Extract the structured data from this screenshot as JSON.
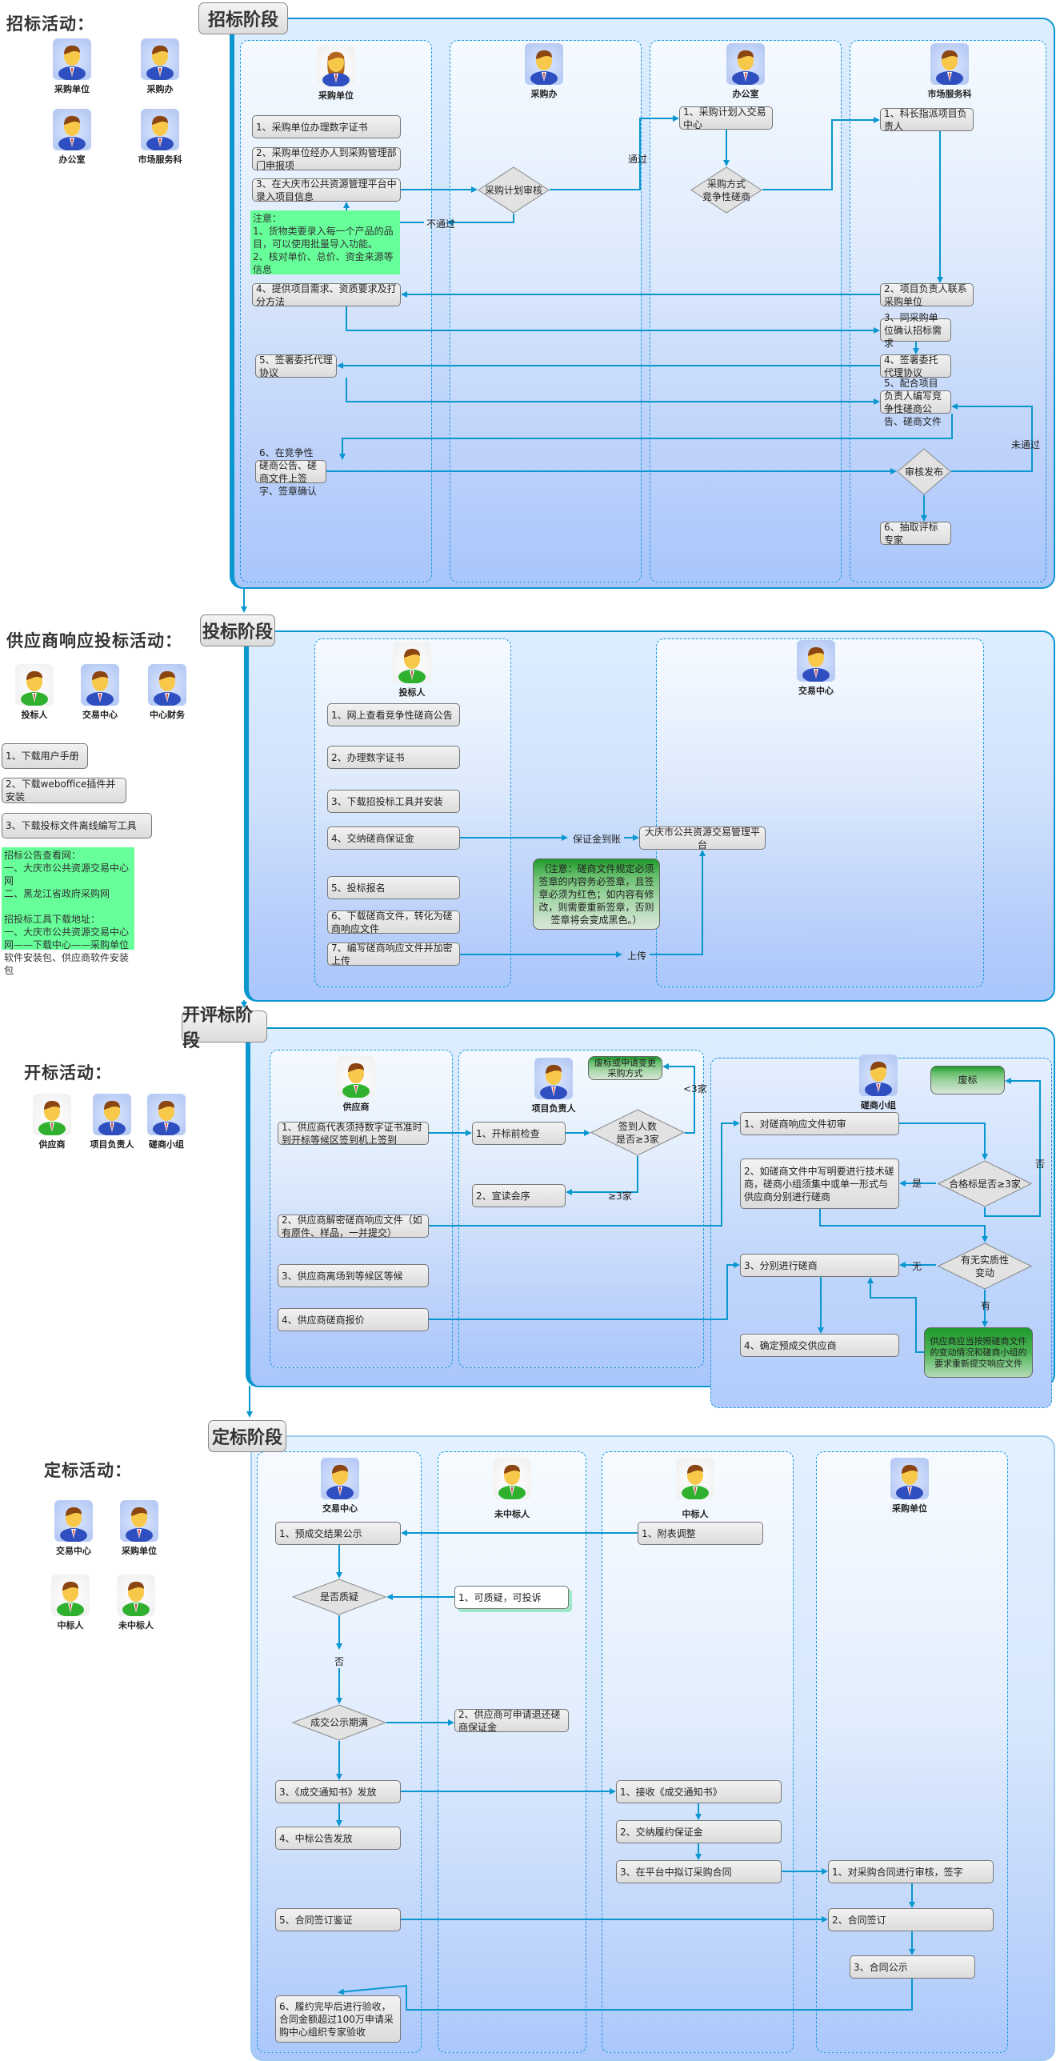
{
  "colors": {
    "connector": "#0a97cf",
    "note_green": "#66ff99",
    "box_bg": "#e6e6e6",
    "lane_border": "#1a98e0"
  },
  "stages": [
    {
      "tab": "招标阶段",
      "section_title": "招标活动："
    },
    {
      "tab": "投标阶段",
      "section_title": "供应商响应投标活动："
    },
    {
      "tab": "开评标阶段",
      "section_title": "开标活动："
    },
    {
      "tab": "定标阶段",
      "section_title": "定标活动："
    }
  ],
  "s1": {
    "legend": [
      {
        "label": "采购单位",
        "type": "blue"
      },
      {
        "label": "采购办",
        "type": "blue"
      },
      {
        "label": "办公室",
        "type": "blue"
      },
      {
        "label": "市场服务科",
        "type": "blue"
      }
    ],
    "lanes": [
      {
        "actor": "采购单位",
        "type": "female"
      },
      {
        "actor": "采购办",
        "type": "blue"
      },
      {
        "actor": "办公室",
        "type": "blue"
      },
      {
        "actor": "市场服务科",
        "type": "blue"
      }
    ],
    "unit_steps": [
      "1、采购单位办理数字证书",
      "2、采购单位经办人到采购管理部门申报项",
      "3、在大庆市公共资源管理平台中录入项目信息",
      "4、提供项目需求、资质要求及打分方法",
      "5、签署委托代理协议",
      "6、在竞争性磋商公告、磋商文件上签字、签章确认"
    ],
    "unit_note": "注意：\n1、货物类要录入每一个产品的品目，可以使用批量导入功能。\n2、核对单价、总价、资金来源等信息",
    "office_decision": "采购计划审核",
    "pass_label": "通过",
    "fail_label": "不通过",
    "admin_step": "1、采购计划入交易中心",
    "admin_decision": "采购方式\n竞争性磋商",
    "market_steps": [
      "1、科长指派项目负责人",
      "2、项目负责人联系采购单位",
      "3、同采购单位确认招标需求",
      "4、签署委托代理协议",
      "5、配合项目负责人编写竞争性磋商公告、磋商文件",
      "6、抽取评标专家"
    ],
    "market_decision": "审核发布",
    "not_pass_label": "未通过"
  },
  "s2": {
    "legend": [
      {
        "label": "投标人",
        "type": "green"
      },
      {
        "label": "交易中心",
        "type": "blue"
      },
      {
        "label": "中心财务",
        "type": "blue"
      }
    ],
    "side_steps": [
      "1、下载用户手册",
      "2、下载weboffice插件并安装",
      "3、下载投标文件离线编写工具"
    ],
    "side_note": "招标公告查看网：\n一、大庆市公共资源交易中心网\n二、黑龙江省政府采购网\n\n招投标工具下载地址：\n一、大庆市公共资源交易中心网——下载中心——采购单位软件安装包、供应商软件安装包",
    "lanes": [
      {
        "actor": "投标人",
        "type": "green"
      },
      {
        "actor": "交易中心",
        "type": "blue"
      }
    ],
    "bidder_steps": [
      "1、网上查看竞争性磋商公告",
      "2、办理数字证书",
      "3、下载招投标工具并安装",
      "4、交纳磋商保证金",
      "5、投标报名",
      "6、下载磋商文件，转化为磋商响应文件",
      "7、编写磋商响应文件并加密上传"
    ],
    "platform": "大庆市公共资源交易管理平台",
    "deposit_label": "保证金到账",
    "upload_label": "上传",
    "seal_note": "（注意：磋商文件规定必须签章的内容务必签章，且签章必须为红色；如内容有修改，则需要重新签章，否则签章将会变成黑色。）"
  },
  "s3": {
    "legend": [
      {
        "label": "供应商",
        "type": "green"
      },
      {
        "label": "项目负责人",
        "type": "blue"
      },
      {
        "label": "磋商小组",
        "type": "blue"
      }
    ],
    "lanes": [
      {
        "actor": "供应商",
        "type": "green"
      },
      {
        "actor": "项目负责人",
        "type": "blue"
      },
      {
        "actor": "磋商小组",
        "type": "blue"
      }
    ],
    "supplier_steps": [
      "1、供应商代表须持数字证书准时到开标等候区签到机上签到",
      "2、供应商解密磋商响应文件（如有原件、样品，一并提交）",
      "3、供应商离场到等候区等候",
      "4、供应商磋商报价"
    ],
    "pm_steps": [
      "1、开标前检查",
      "2、宣读会序"
    ],
    "pm_decision": "签到人数\n是否≥3家",
    "pm_fail_note": "废标或申请变更采购方式",
    "lt3_label": "<3家",
    "ge3_label": "≥3家",
    "panel_steps": [
      "1、对磋商响应文件初审",
      "2、如磋商文件中写明要进行技术磋商，磋商小组须集中或单一形式与供应商分别进行磋商",
      "3、分别进行磋商",
      "4、确定预成交供应商"
    ],
    "qualify_decision": "合格标是否≥3家",
    "change_decision": "有无实质性\n变动",
    "void_label": "废标",
    "yes_label": "是",
    "no_label": "否",
    "none_label": "无",
    "has_label": "有",
    "resubmit_note": "供应商应当按照磋商文件的变动情况和磋商小组的要求重新提交响应文件"
  },
  "s4": {
    "legend": [
      {
        "label": "交易中心",
        "type": "blue"
      },
      {
        "label": "采购单位",
        "type": "blue"
      },
      {
        "label": "中标人",
        "type": "green"
      },
      {
        "label": "未中标人",
        "type": "green"
      }
    ],
    "lanes": [
      {
        "actor": "交易中心",
        "type": "blue"
      },
      {
        "actor": "未中标人",
        "type": "green"
      },
      {
        "actor": "中标人",
        "type": "green"
      },
      {
        "actor": "采购单位",
        "type": "blue"
      }
    ],
    "center_steps": [
      "1、预成交结果公示",
      "3、《成交通知书》发放",
      "4、中标公告发放",
      "5、合同签订鉴证",
      "6、履约完毕后进行验收，合同金额超过100万申请采购中心组织专家验收"
    ],
    "question_decision": "是否质疑",
    "expire_decision": "成交公示期满",
    "no_label": "否",
    "loser_steps": [
      "1、可质疑，可投诉",
      "2、供应商可申请退还磋商保证金"
    ],
    "winner_steps": [
      "1、附表调整",
      "1、接收《成交通知书》",
      "2、交纳履约保证金",
      "3、在平台中拟订采购合同"
    ],
    "buyer_steps": [
      "1、对采购合同进行审核，签字",
      "2、合同签订",
      "3、合同公示"
    ]
  }
}
